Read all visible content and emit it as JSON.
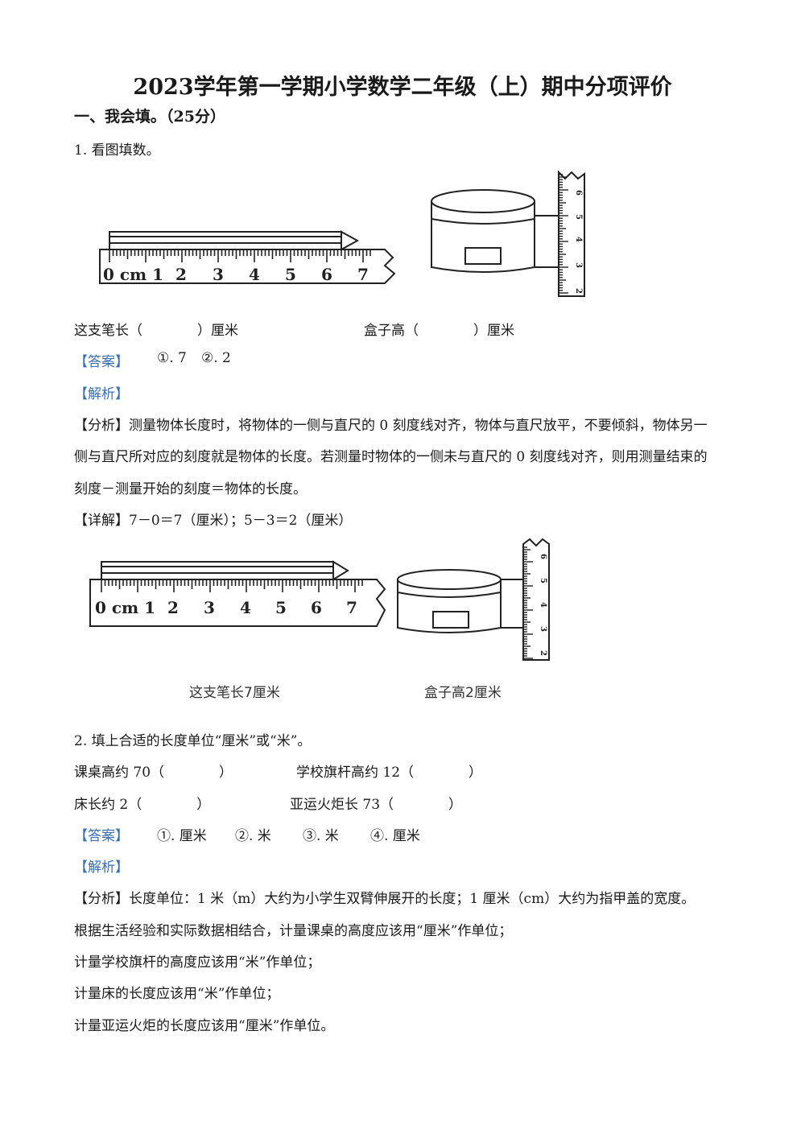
{
  "title": "2023学年第一学期小学数学二年级（上）期中分项评价",
  "section1": {
    "heading": "一、我会填。（25分）",
    "q1": {
      "prompt": "1. 看图填数。",
      "ruler_labels": [
        "0 cm 1",
        "2",
        "3",
        "4",
        "5",
        "6",
        "7"
      ],
      "vertical_ruler_labels": [
        "2",
        "3",
        "4",
        "5",
        "6"
      ],
      "blank_pen": "这支笔长（　　　　）厘米",
      "blank_box": "盒子高（　　　　）厘米",
      "answer_tag": "【答案】",
      "answer_1": "①. 7",
      "answer_2": "②. 2",
      "analysis_tag": "【解析】",
      "analysis_lines": [
        "【分析】测量物体长度时，将物体的一侧与直尺的 0 刻度线对齐，物体与直尺放平，不要倾斜，物体另一",
        "侧与直尺所对应的刻度就是物体的长度。若测量时物体的一侧未与直尺的 0 刻度线对齐，则用测量结束的",
        "刻度－测量开始的刻度＝物体的长度。"
      ],
      "detail": "【详解】7－0＝7（厘米）；5－3＝2（厘米）",
      "caption_pen": "这支笔长7厘米",
      "caption_box": "盒子高2厘米"
    },
    "q2": {
      "prompt": "2. 填上合适的长度单位“厘米”或“米”。",
      "item1": "课桌高约 70（　　　　）",
      "item2": "学校旗杆高约 12（　　　　）",
      "item3": "床长约 2（　　　　）",
      "item4": "亚运火炬长 73（　　　　）",
      "answer_tag": "【答案】",
      "answers": [
        "①. 厘米",
        "②. 米",
        "③. 米",
        "④. 厘米"
      ],
      "analysis_tag": "【解析】",
      "analysis_lines": [
        "【分析】长度单位：1 米（m）大约为小学生双臂伸展开的长度；1 厘米（cm）大约为指甲盖的宽度。",
        "根据生活经验和实际数据相结合，计量课桌的高度应该用“厘米”作单位；",
        "计量学校旗杆的高度应该用“米”作单位；",
        "计量床的长度应该用“米”作单位；",
        "计量亚运火炬的长度应该用“厘米”作单位。"
      ]
    }
  }
}
